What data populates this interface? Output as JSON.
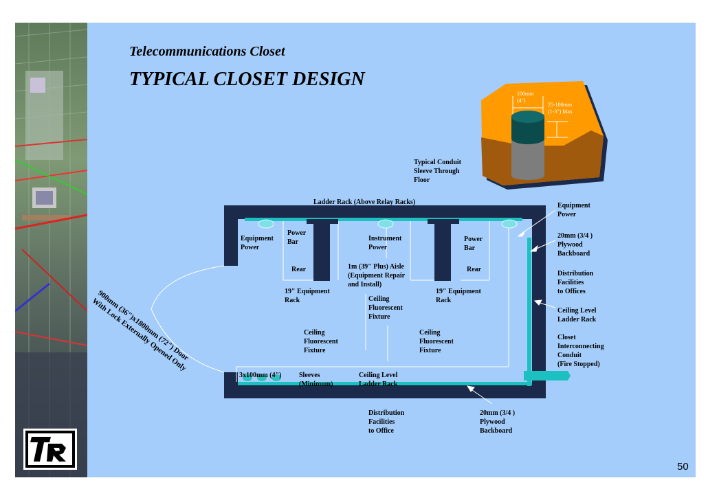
{
  "slide": {
    "subtitle": "Telecommunications Closet",
    "title": "TYPICAL CLOSET DESIGN",
    "page_number": "50"
  },
  "inset": {
    "dim_top": [
      "100mm",
      "(4\")"
    ],
    "dim_right": [
      "25-100mm",
      "(1-3\") Max"
    ],
    "caption": [
      "Typical Conduit",
      "Sleeve Through",
      "Floor"
    ]
  },
  "labels": {
    "ladder_rack_top": "Ladder Rack (Above Relay Racks)",
    "equipment_power_right": [
      "Equipment",
      "Power"
    ],
    "plywood_right": [
      "20mm (3/4 )",
      "Plywood",
      "Backboard"
    ],
    "distribution_offices": [
      "Distribution",
      "Facilities",
      "to Offices"
    ],
    "ceiling_ladder_right": [
      "Ceiling Level",
      "Ladder Rack"
    ],
    "closet_conduit": [
      "Closet",
      "Interconnecting",
      "Conduit",
      "(Fire Stopped)"
    ],
    "equipment_power_left": [
      "Equipment",
      "Power"
    ],
    "power_bar_left": [
      "Power",
      "Bar"
    ],
    "instrument_power": [
      "Instrument",
      "Power"
    ],
    "power_bar_right": [
      "Power",
      "Bar"
    ],
    "rear_left": "Rear",
    "rear_right": "Rear",
    "aisle": [
      "1m (39\" Plus) Aisle",
      "(Equipment Repair",
      "and Install)"
    ],
    "rack_left": [
      "19\" Equipment",
      "Rack"
    ],
    "rack_right": [
      "19\" Equipment",
      "Rack"
    ],
    "ceiling_fixture_center": [
      "Ceiling",
      "Fluorescent",
      "Fixture"
    ],
    "ceiling_fixture_left": [
      "Ceiling",
      "Fluorescent",
      "Fixture"
    ],
    "ceiling_fixture_right": [
      "Ceiling",
      "Fluorescent",
      "Fixture"
    ],
    "sleeves_size": "3x100mm (4\")",
    "sleeves_min": [
      "Sleeves",
      "(Minimum)"
    ],
    "ceiling_ladder_bottom": [
      "Ceiling Level",
      "Ladder Rack"
    ],
    "distribution_office": [
      "Distribution",
      "Facilities",
      "to Office"
    ],
    "plywood_bottom": [
      "20mm (3/4 )",
      "Plywood",
      "Backboard"
    ],
    "door": [
      "900mm (36\")x1800mm (72\") Door",
      "With Lock Externally Opened Only"
    ]
  },
  "colors": {
    "panel": "#a4cdfb",
    "wall": "#1b2a4a",
    "backboard": "#1cc0c0",
    "inset_orange": "#ff9a00",
    "inset_brown": "#a05a0e"
  }
}
